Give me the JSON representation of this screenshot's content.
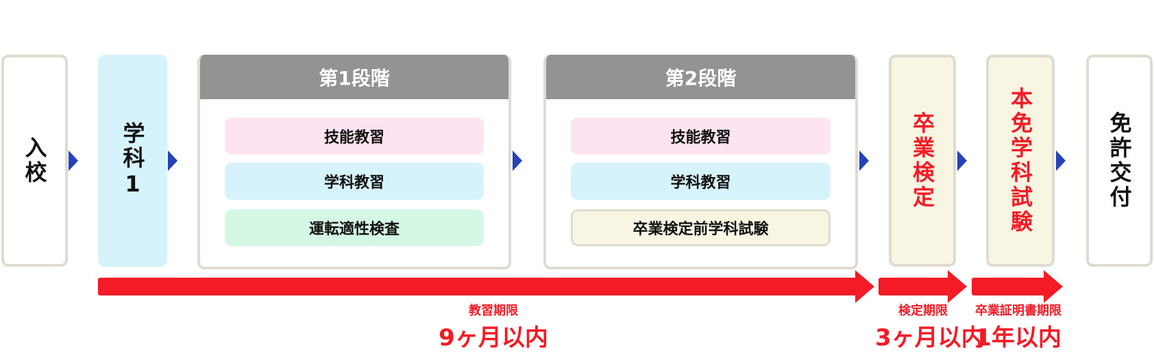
{
  "steps": {
    "enroll": "入校",
    "gakka1": "学科1",
    "exam": "卒業検定",
    "license_exam": "本免学科試験",
    "issue": "免許交付"
  },
  "stage1": {
    "title": "第1段階",
    "items": [
      "技能教習",
      "学科教習",
      "運転適性検査"
    ]
  },
  "stage2": {
    "title": "第2段階",
    "items": [
      "技能教習",
      "学科教習",
      "卒業検定前学科試験"
    ]
  },
  "periods": [
    {
      "label": "教習期限",
      "value": "9ヶ月以内"
    },
    {
      "label": "検定期限",
      "value": "3ヶ月以内"
    },
    {
      "label": "卒業証明書期限",
      "value": "1年以内"
    }
  ],
  "colors": {
    "arrow_red": "#f41a26",
    "step_arrow_blue": "#2443b9",
    "header_gray": "#939393"
  }
}
